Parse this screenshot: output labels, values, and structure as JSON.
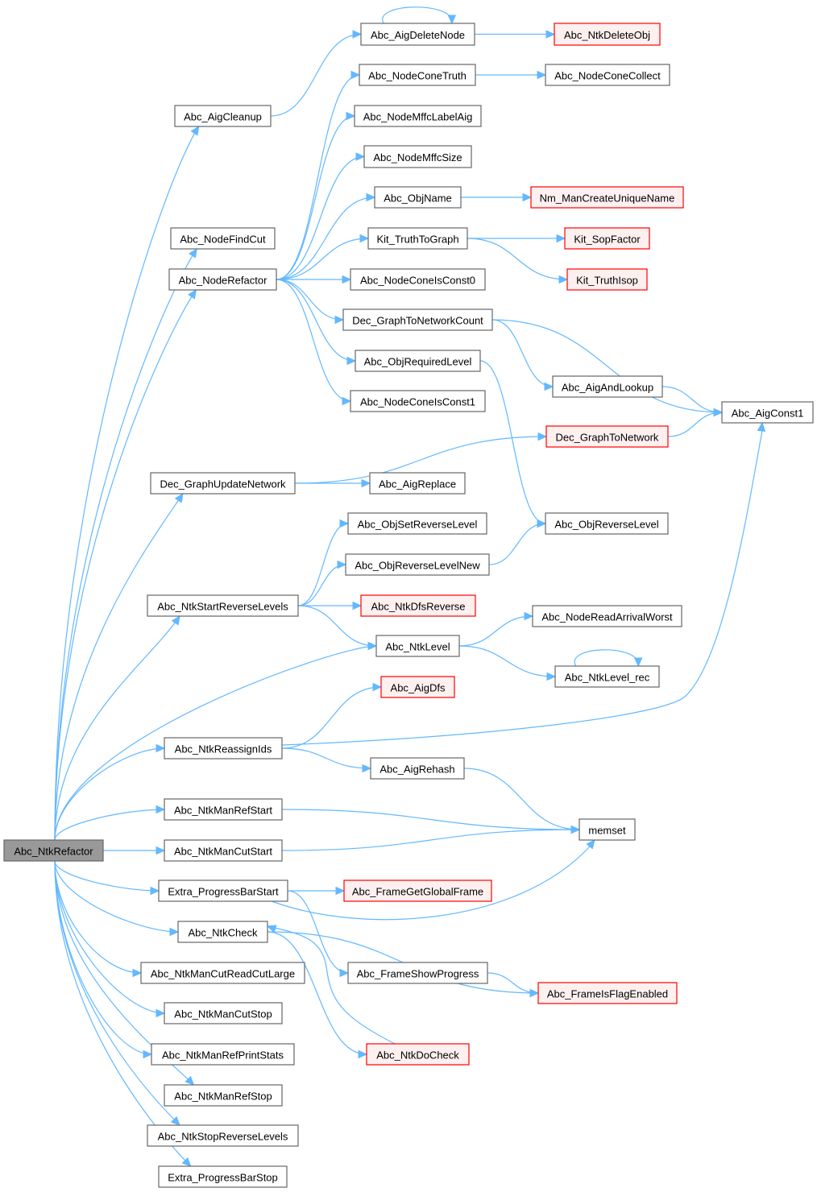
{
  "colors": {
    "edge": "#63b8ff",
    "node_border": "#666666",
    "missing_border": "#ff0000",
    "missing_fill": "#fff0f0",
    "root_fill": "#999999"
  },
  "nodes": [
    {
      "id": "NtkRefactor",
      "label": "Abc_NtkRefactor",
      "style": "gray"
    },
    {
      "id": "AigCleanup",
      "label": "Abc_AigCleanup",
      "style": "normal"
    },
    {
      "id": "NodeFindCut",
      "label": "Abc_NodeFindCut",
      "style": "normal"
    },
    {
      "id": "NodeRefactor",
      "label": "Abc_NodeRefactor",
      "style": "normal"
    },
    {
      "id": "GraphUpdateNetwork",
      "label": "Dec_GraphUpdateNetwork",
      "style": "normal"
    },
    {
      "id": "StartReverseLevels",
      "label": "Abc_NtkStartReverseLevels",
      "style": "normal"
    },
    {
      "id": "ReassignIds",
      "label": "Abc_NtkReassignIds",
      "style": "normal"
    },
    {
      "id": "ManRefStart",
      "label": "Abc_NtkManRefStart",
      "style": "normal"
    },
    {
      "id": "ManCutStart",
      "label": "Abc_NtkManCutStart",
      "style": "normal"
    },
    {
      "id": "ProgressBarStart",
      "label": "Extra_ProgressBarStart",
      "style": "normal"
    },
    {
      "id": "NtkCheck",
      "label": "Abc_NtkCheck",
      "style": "normal"
    },
    {
      "id": "ManCutReadCutLarge",
      "label": "Abc_NtkManCutReadCutLarge",
      "style": "normal"
    },
    {
      "id": "ManCutStop",
      "label": "Abc_NtkManCutStop",
      "style": "normal"
    },
    {
      "id": "ManRefPrintStats",
      "label": "Abc_NtkManRefPrintStats",
      "style": "normal"
    },
    {
      "id": "ManRefStop",
      "label": "Abc_NtkManRefStop",
      "style": "normal"
    },
    {
      "id": "StopReverseLevels",
      "label": "Abc_NtkStopReverseLevels",
      "style": "normal"
    },
    {
      "id": "ProgressBarStop",
      "label": "Extra_ProgressBarStop",
      "style": "normal"
    },
    {
      "id": "AigDeleteNode",
      "label": "Abc_AigDeleteNode",
      "style": "normal"
    },
    {
      "id": "NodeConeTruth",
      "label": "Abc_NodeConeTruth",
      "style": "normal"
    },
    {
      "id": "NodeMffcLabelAig",
      "label": "Abc_NodeMffcLabelAig",
      "style": "normal"
    },
    {
      "id": "NodeMffcSize",
      "label": "Abc_NodeMffcSize",
      "style": "normal"
    },
    {
      "id": "ObjName",
      "label": "Abc_ObjName",
      "style": "normal"
    },
    {
      "id": "TruthToGraph",
      "label": "Kit_TruthToGraph",
      "style": "normal"
    },
    {
      "id": "NodeConeIsConst0",
      "label": "Abc_NodeConeIsConst0",
      "style": "normal"
    },
    {
      "id": "GraphToNetworkCount",
      "label": "Dec_GraphToNetworkCount",
      "style": "normal"
    },
    {
      "id": "ObjRequiredLevel",
      "label": "Abc_ObjRequiredLevel",
      "style": "normal"
    },
    {
      "id": "NodeConeIsConst1",
      "label": "Abc_NodeConeIsConst1",
      "style": "normal"
    },
    {
      "id": "AigReplace",
      "label": "Abc_AigReplace",
      "style": "normal"
    },
    {
      "id": "ObjSetReverseLevel",
      "label": "Abc_ObjSetReverseLevel",
      "style": "normal"
    },
    {
      "id": "ObjReverseLevelNew",
      "label": "Abc_ObjReverseLevelNew",
      "style": "normal"
    },
    {
      "id": "NtkDfsReverse",
      "label": "Abc_NtkDfsReverse",
      "style": "red"
    },
    {
      "id": "NtkLevel",
      "label": "Abc_NtkLevel",
      "style": "normal"
    },
    {
      "id": "AigDfs",
      "label": "Abc_AigDfs",
      "style": "red"
    },
    {
      "id": "AigRehash",
      "label": "Abc_AigRehash",
      "style": "normal"
    },
    {
      "id": "FrameGetGlobalFrame",
      "label": "Abc_FrameGetGlobalFrame",
      "style": "red"
    },
    {
      "id": "FrameShowProgress",
      "label": "Abc_FrameShowProgress",
      "style": "normal"
    },
    {
      "id": "NtkDoCheck",
      "label": "Abc_NtkDoCheck",
      "style": "red"
    },
    {
      "id": "NtkDeleteObj",
      "label": "Abc_NtkDeleteObj",
      "style": "red"
    },
    {
      "id": "NodeConeCollect",
      "label": "Abc_NodeConeCollect",
      "style": "normal"
    },
    {
      "id": "ManCreateUniqueName",
      "label": "Nm_ManCreateUniqueName",
      "style": "red"
    },
    {
      "id": "SopFactor",
      "label": "Kit_SopFactor",
      "style": "red"
    },
    {
      "id": "TruthIsop",
      "label": "Kit_TruthIsop",
      "style": "red"
    },
    {
      "id": "AigAndLookup",
      "label": "Abc_AigAndLookup",
      "style": "normal"
    },
    {
      "id": "GraphToNetwork",
      "label": "Dec_GraphToNetwork",
      "style": "red"
    },
    {
      "id": "ObjReverseLevel",
      "label": "Abc_ObjReverseLevel",
      "style": "normal"
    },
    {
      "id": "NodeReadArrivalWorst",
      "label": "Abc_NodeReadArrivalWorst",
      "style": "normal"
    },
    {
      "id": "NtkLevelRec",
      "label": "Abc_NtkLevel_rec",
      "style": "normal"
    },
    {
      "id": "memset",
      "label": "memset",
      "style": "normal"
    },
    {
      "id": "FrameIsFlagEnabled",
      "label": "Abc_FrameIsFlagEnabled",
      "style": "red"
    },
    {
      "id": "AigConst1",
      "label": "Abc_AigConst1",
      "style": "normal"
    }
  ],
  "edges": [
    [
      "NtkRefactor",
      "AigCleanup"
    ],
    [
      "NtkRefactor",
      "NodeFindCut"
    ],
    [
      "NtkRefactor",
      "NodeRefactor"
    ],
    [
      "NtkRefactor",
      "GraphUpdateNetwork"
    ],
    [
      "NtkRefactor",
      "StartReverseLevels"
    ],
    [
      "NtkRefactor",
      "NtkLevel"
    ],
    [
      "NtkRefactor",
      "ReassignIds"
    ],
    [
      "NtkRefactor",
      "ManRefStart"
    ],
    [
      "NtkRefactor",
      "ManCutStart"
    ],
    [
      "NtkRefactor",
      "ProgressBarStart"
    ],
    [
      "NtkRefactor",
      "NtkCheck"
    ],
    [
      "NtkRefactor",
      "ManCutReadCutLarge"
    ],
    [
      "NtkRefactor",
      "ManCutStop"
    ],
    [
      "NtkRefactor",
      "ManRefPrintStats"
    ],
    [
      "NtkRefactor",
      "ManRefStop"
    ],
    [
      "NtkRefactor",
      "StopReverseLevels"
    ],
    [
      "NtkRefactor",
      "ProgressBarStop"
    ],
    [
      "AigCleanup",
      "AigDeleteNode"
    ],
    [
      "AigDeleteNode",
      "AigDeleteNode"
    ],
    [
      "AigDeleteNode",
      "NtkDeleteObj"
    ],
    [
      "NodeRefactor",
      "NodeConeTruth"
    ],
    [
      "NodeRefactor",
      "NodeMffcLabelAig"
    ],
    [
      "NodeRefactor",
      "NodeMffcSize"
    ],
    [
      "NodeRefactor",
      "ObjName"
    ],
    [
      "NodeRefactor",
      "TruthToGraph"
    ],
    [
      "NodeRefactor",
      "NodeConeIsConst0"
    ],
    [
      "NodeRefactor",
      "GraphToNetworkCount"
    ],
    [
      "NodeRefactor",
      "ObjRequiredLevel"
    ],
    [
      "NodeRefactor",
      "NodeConeIsConst1"
    ],
    [
      "NodeConeTruth",
      "NodeConeCollect"
    ],
    [
      "ObjName",
      "ManCreateUniqueName"
    ],
    [
      "TruthToGraph",
      "SopFactor"
    ],
    [
      "TruthToGraph",
      "TruthIsop"
    ],
    [
      "GraphToNetworkCount",
      "AigAndLookup"
    ],
    [
      "GraphToNetworkCount",
      "AigConst1"
    ],
    [
      "AigAndLookup",
      "AigConst1"
    ],
    [
      "ObjRequiredLevel",
      "ObjReverseLevel"
    ],
    [
      "GraphToNetwork",
      "AigConst1"
    ],
    [
      "GraphUpdateNetwork",
      "GraphToNetwork"
    ],
    [
      "GraphUpdateNetwork",
      "AigReplace"
    ],
    [
      "StartReverseLevels",
      "ObjSetReverseLevel"
    ],
    [
      "StartReverseLevels",
      "ObjReverseLevelNew"
    ],
    [
      "StartReverseLevels",
      "NtkDfsReverse"
    ],
    [
      "StartReverseLevels",
      "NtkLevel"
    ],
    [
      "ObjReverseLevelNew",
      "ObjReverseLevel"
    ],
    [
      "NtkLevel",
      "NodeReadArrivalWorst"
    ],
    [
      "NtkLevel",
      "NtkLevelRec"
    ],
    [
      "NtkLevelRec",
      "NtkLevelRec"
    ],
    [
      "ReassignIds",
      "AigDfs"
    ],
    [
      "ReassignIds",
      "AigConst1"
    ],
    [
      "ReassignIds",
      "AigRehash"
    ],
    [
      "AigRehash",
      "memset"
    ],
    [
      "ManRefStart",
      "memset"
    ],
    [
      "ManCutStart",
      "memset"
    ],
    [
      "ProgressBarStart",
      "FrameGetGlobalFrame"
    ],
    [
      "ProgressBarStart",
      "memset"
    ],
    [
      "ProgressBarStart",
      "FrameShowProgress"
    ],
    [
      "FrameShowProgress",
      "FrameIsFlagEnabled"
    ],
    [
      "NtkCheck",
      "NtkDoCheck"
    ],
    [
      "NtkCheck",
      "FrameIsFlagEnabled"
    ],
    [
      "NtkDoCheck",
      "NtkCheck"
    ]
  ]
}
